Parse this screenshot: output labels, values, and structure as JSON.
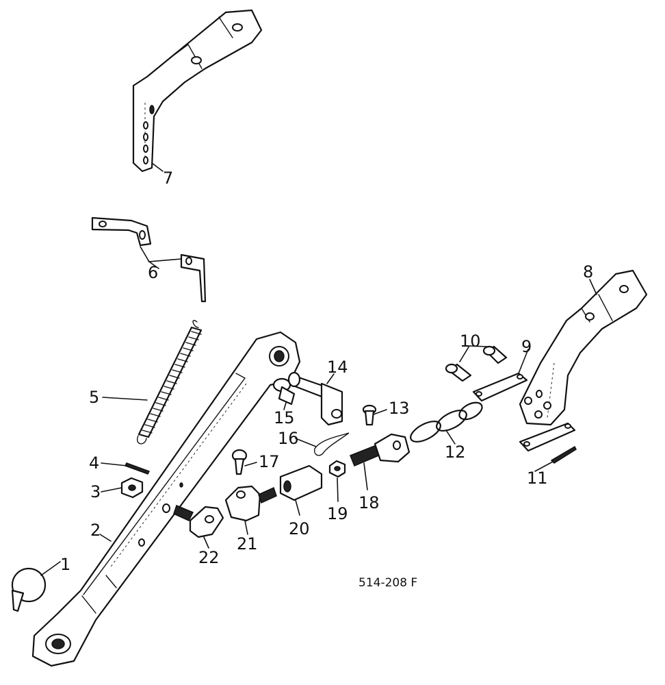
{
  "diagram": {
    "reference_code": "514-208 F",
    "callouts": [
      "1",
      "2",
      "3",
      "4",
      "5",
      "6",
      "7",
      "8",
      "9",
      "10",
      "11",
      "12",
      "13",
      "14",
      "15",
      "16",
      "17",
      "18",
      "19",
      "20",
      "21",
      "22"
    ]
  }
}
